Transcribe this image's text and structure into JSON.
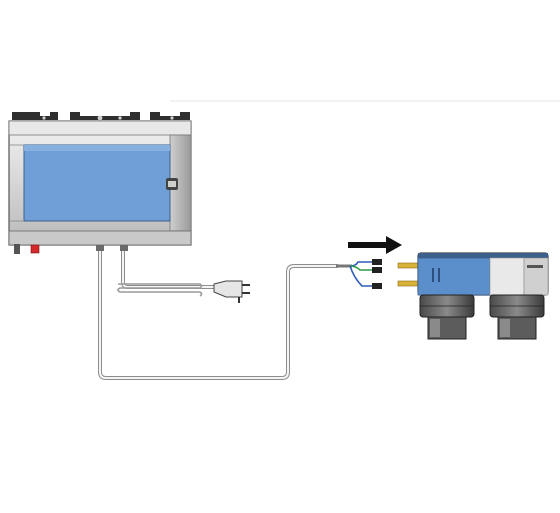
{
  "diagram": {
    "subject": "installation-wiring",
    "components": [
      {
        "id": "control-box",
        "icon": "control-unit-icon"
      },
      {
        "id": "power-plug",
        "icon": "plug-icon"
      },
      {
        "id": "cable-to-cell",
        "icon": "cable-icon"
      },
      {
        "id": "cell",
        "icon": "electrolysis-cell-icon"
      },
      {
        "id": "direction-arrow",
        "icon": "arrow-right-icon"
      }
    ],
    "colors": {
      "panel_blue": "#6f9fd6",
      "cell_blue": "#5b8fcc",
      "metal": "#d9d9d9",
      "dark": "#3a3a3a",
      "red_terminal": "#d42a2a",
      "brass_terminal": "#d9b23a",
      "wire_blue": "#2e5db8",
      "wire_green": "#2f9a4a"
    }
  }
}
